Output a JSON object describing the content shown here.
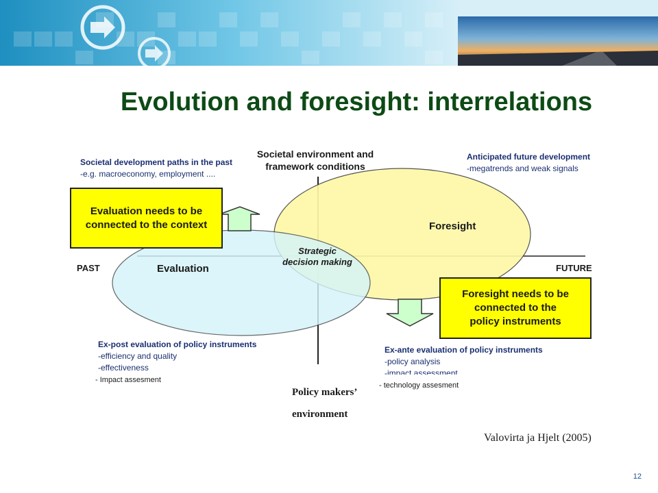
{
  "slide": {
    "title": "Evolution and foresight: interrelations",
    "page_number": "12",
    "colors": {
      "title": "#0d4a15",
      "label_blue": "#1a2f70",
      "highlight_yellow": "#ffff00",
      "evaluation_oval": "#d4f4fa",
      "foresight_oval": "#fdf8a8"
    }
  },
  "diagram": {
    "top_center": [
      "Societal environment and",
      "framework conditions"
    ],
    "top_left": {
      "heading": "Societal development paths in the past",
      "line": "-e.g. macroeconomy, employment ...."
    },
    "top_right": {
      "heading": "Anticipated future development",
      "line": "-megatrends and weak signals"
    },
    "axis": {
      "past": "PAST",
      "future": "FUTURE"
    },
    "ovals": {
      "evaluation": "Evaluation",
      "foresight": "Foresight",
      "overlap": [
        "Strategic",
        "decision making"
      ]
    },
    "callout_left": [
      "Evaluation needs to be",
      "connected to the context"
    ],
    "callout_right": [
      "Foresight needs to be",
      "connected to the",
      "policy instruments"
    ],
    "bottom_left": {
      "heading": "Ex-post evaluation of policy instruments",
      "lines": [
        "-efficiency and quality",
        "-effectiveness"
      ],
      "extra": "- Impact assesment"
    },
    "bottom_right": {
      "heading": "Ex-ante evaluation of policy instruments",
      "lines": [
        "-policy analysis",
        "-impact assessment"
      ],
      "extra": "- technology  assesment"
    },
    "policy_makers": [
      "Policy makers’",
      "environment"
    ],
    "citation": "Valovirta ja Hjelt (2005)"
  }
}
